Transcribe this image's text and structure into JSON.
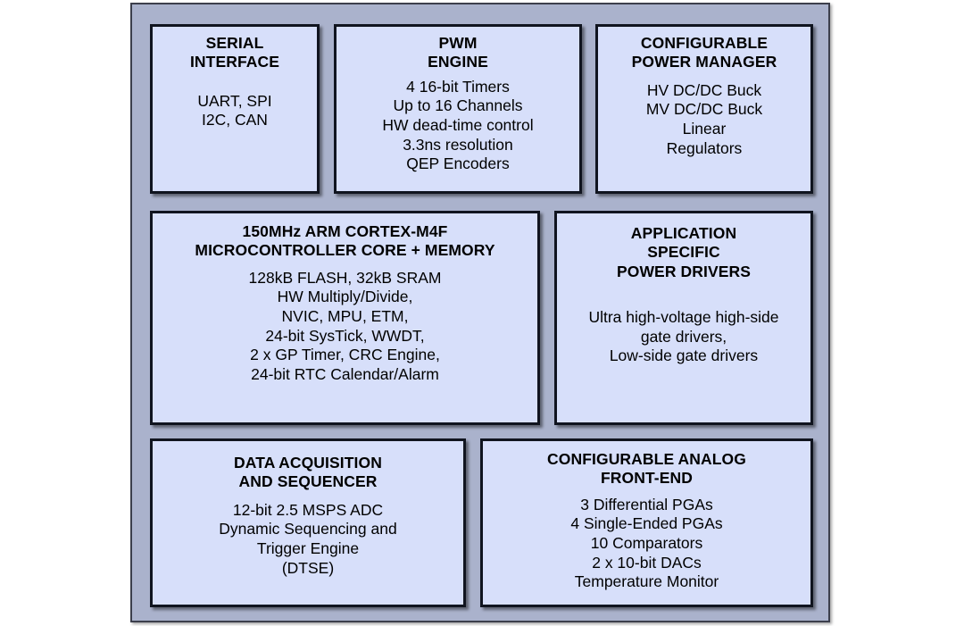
{
  "diagram": {
    "type": "block-diagram",
    "colors": {
      "page_background": "#ffffff",
      "chip_frame_fill": "#aab2cc",
      "chip_frame_border": "#3c3f4c",
      "block_fill": "#d7dffa",
      "block_border": "#10141f",
      "text": "#000000"
    },
    "blocks": [
      {
        "id": "serial-interface",
        "title": "SERIAL\nINTERFACE",
        "body": "UART, SPI\nI2C, CAN"
      },
      {
        "id": "pwm-engine",
        "title": "PWM\nENGINE",
        "body": "4 16-bit Timers\nUp to 16 Channels\nHW dead-time control\n3.3ns resolution\nQEP Encoders"
      },
      {
        "id": "configurable-power-manager",
        "title": "CONFIGURABLE\nPOWER MANAGER",
        "body": "HV DC/DC Buck\nMV DC/DC Buck\nLinear\nRegulators"
      },
      {
        "id": "microcontroller-core",
        "title": "150MHz ARM CORTEX-M4F\nMICROCONTROLLER CORE + MEMORY",
        "body": "128kB FLASH, 32kB SRAM\nHW Multiply/Divide,\nNVIC, MPU, ETM,\n24-bit SysTick, WWDT,\n2 x GP Timer, CRC Engine,\n24-bit RTC Calendar/Alarm"
      },
      {
        "id": "application-specific-power-drivers",
        "title": "APPLICATION\nSPECIFIC\nPOWER DRIVERS",
        "body": "Ultra high-voltage high-side\ngate drivers,\nLow-side gate drivers"
      },
      {
        "id": "data-acquisition-and-sequencer",
        "title": "DATA ACQUISITION\nAND SEQUENCER",
        "body": "12-bit 2.5 MSPS ADC\nDynamic Sequencing and\nTrigger Engine\n(DTSE)"
      },
      {
        "id": "configurable-analog-front-end",
        "title": "CONFIGURABLE ANALOG\nFRONT-END",
        "body": "3 Differential PGAs\n4 Single-Ended PGAs\n10 Comparators\n2 x 10-bit DACs\nTemperature Monitor"
      }
    ]
  }
}
